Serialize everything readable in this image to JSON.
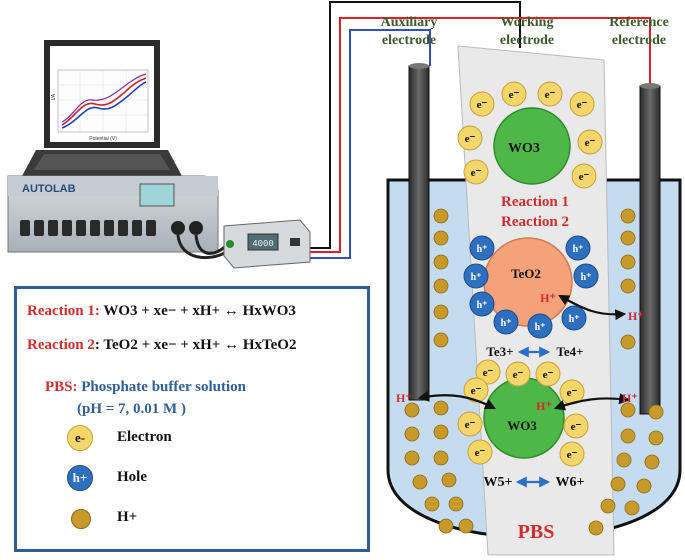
{
  "electrodes": {
    "auxiliary": [
      "Auxiliary",
      "electrode"
    ],
    "working": [
      "Working",
      "electrode"
    ],
    "reference": [
      "Reference",
      "electrode"
    ]
  },
  "instrument": {
    "brand": "AUTOLAB",
    "display_value": "4000",
    "plot_x_label": "Potential (V)",
    "plot_y_label": "I/A"
  },
  "cell": {
    "particle_top": "WO3",
    "particle_middle": "TeO2",
    "particle_bottom": "WO3",
    "reaction1": "Reaction 1",
    "reaction2": "Reaction 2",
    "te_left": "Te3+",
    "te_right": "Te4+",
    "w_left": "W5+",
    "w_right": "W6+",
    "h_plus": "H+",
    "electron": "e-",
    "hole": "h+",
    "pbs": "PBS"
  },
  "legend": {
    "reaction1_name": "Reaction 1:",
    "reaction1_eq": "WO3 + xe− + xH+ ↔ HxWO3",
    "reaction2_name": "Reaction 2",
    "reaction2_eq": ": TeO2 + xe− + xH+ ↔ HxTeO2",
    "pbs_key": "PBS:",
    "pbs_name": " Phosphate buffer solution",
    "pbs_condition": "(pH = 7, 0.01 M )",
    "electron_label": "Electron",
    "hole_label": "Hole",
    "proton_label": "H+",
    "electron_symbol": "e-",
    "hole_symbol": "h+"
  },
  "colors": {
    "electron": "#f5d66a",
    "hole": "#2f6fbf",
    "proton": "#c89a2a",
    "wo3": "#4db848",
    "teo2": "#f5a27a",
    "solution": "#c5dcf0",
    "legend_border": "#2e5f9a",
    "red_text": "#d62b2b",
    "wire_red": "#e02020",
    "wire_blue": "#3050c0"
  }
}
